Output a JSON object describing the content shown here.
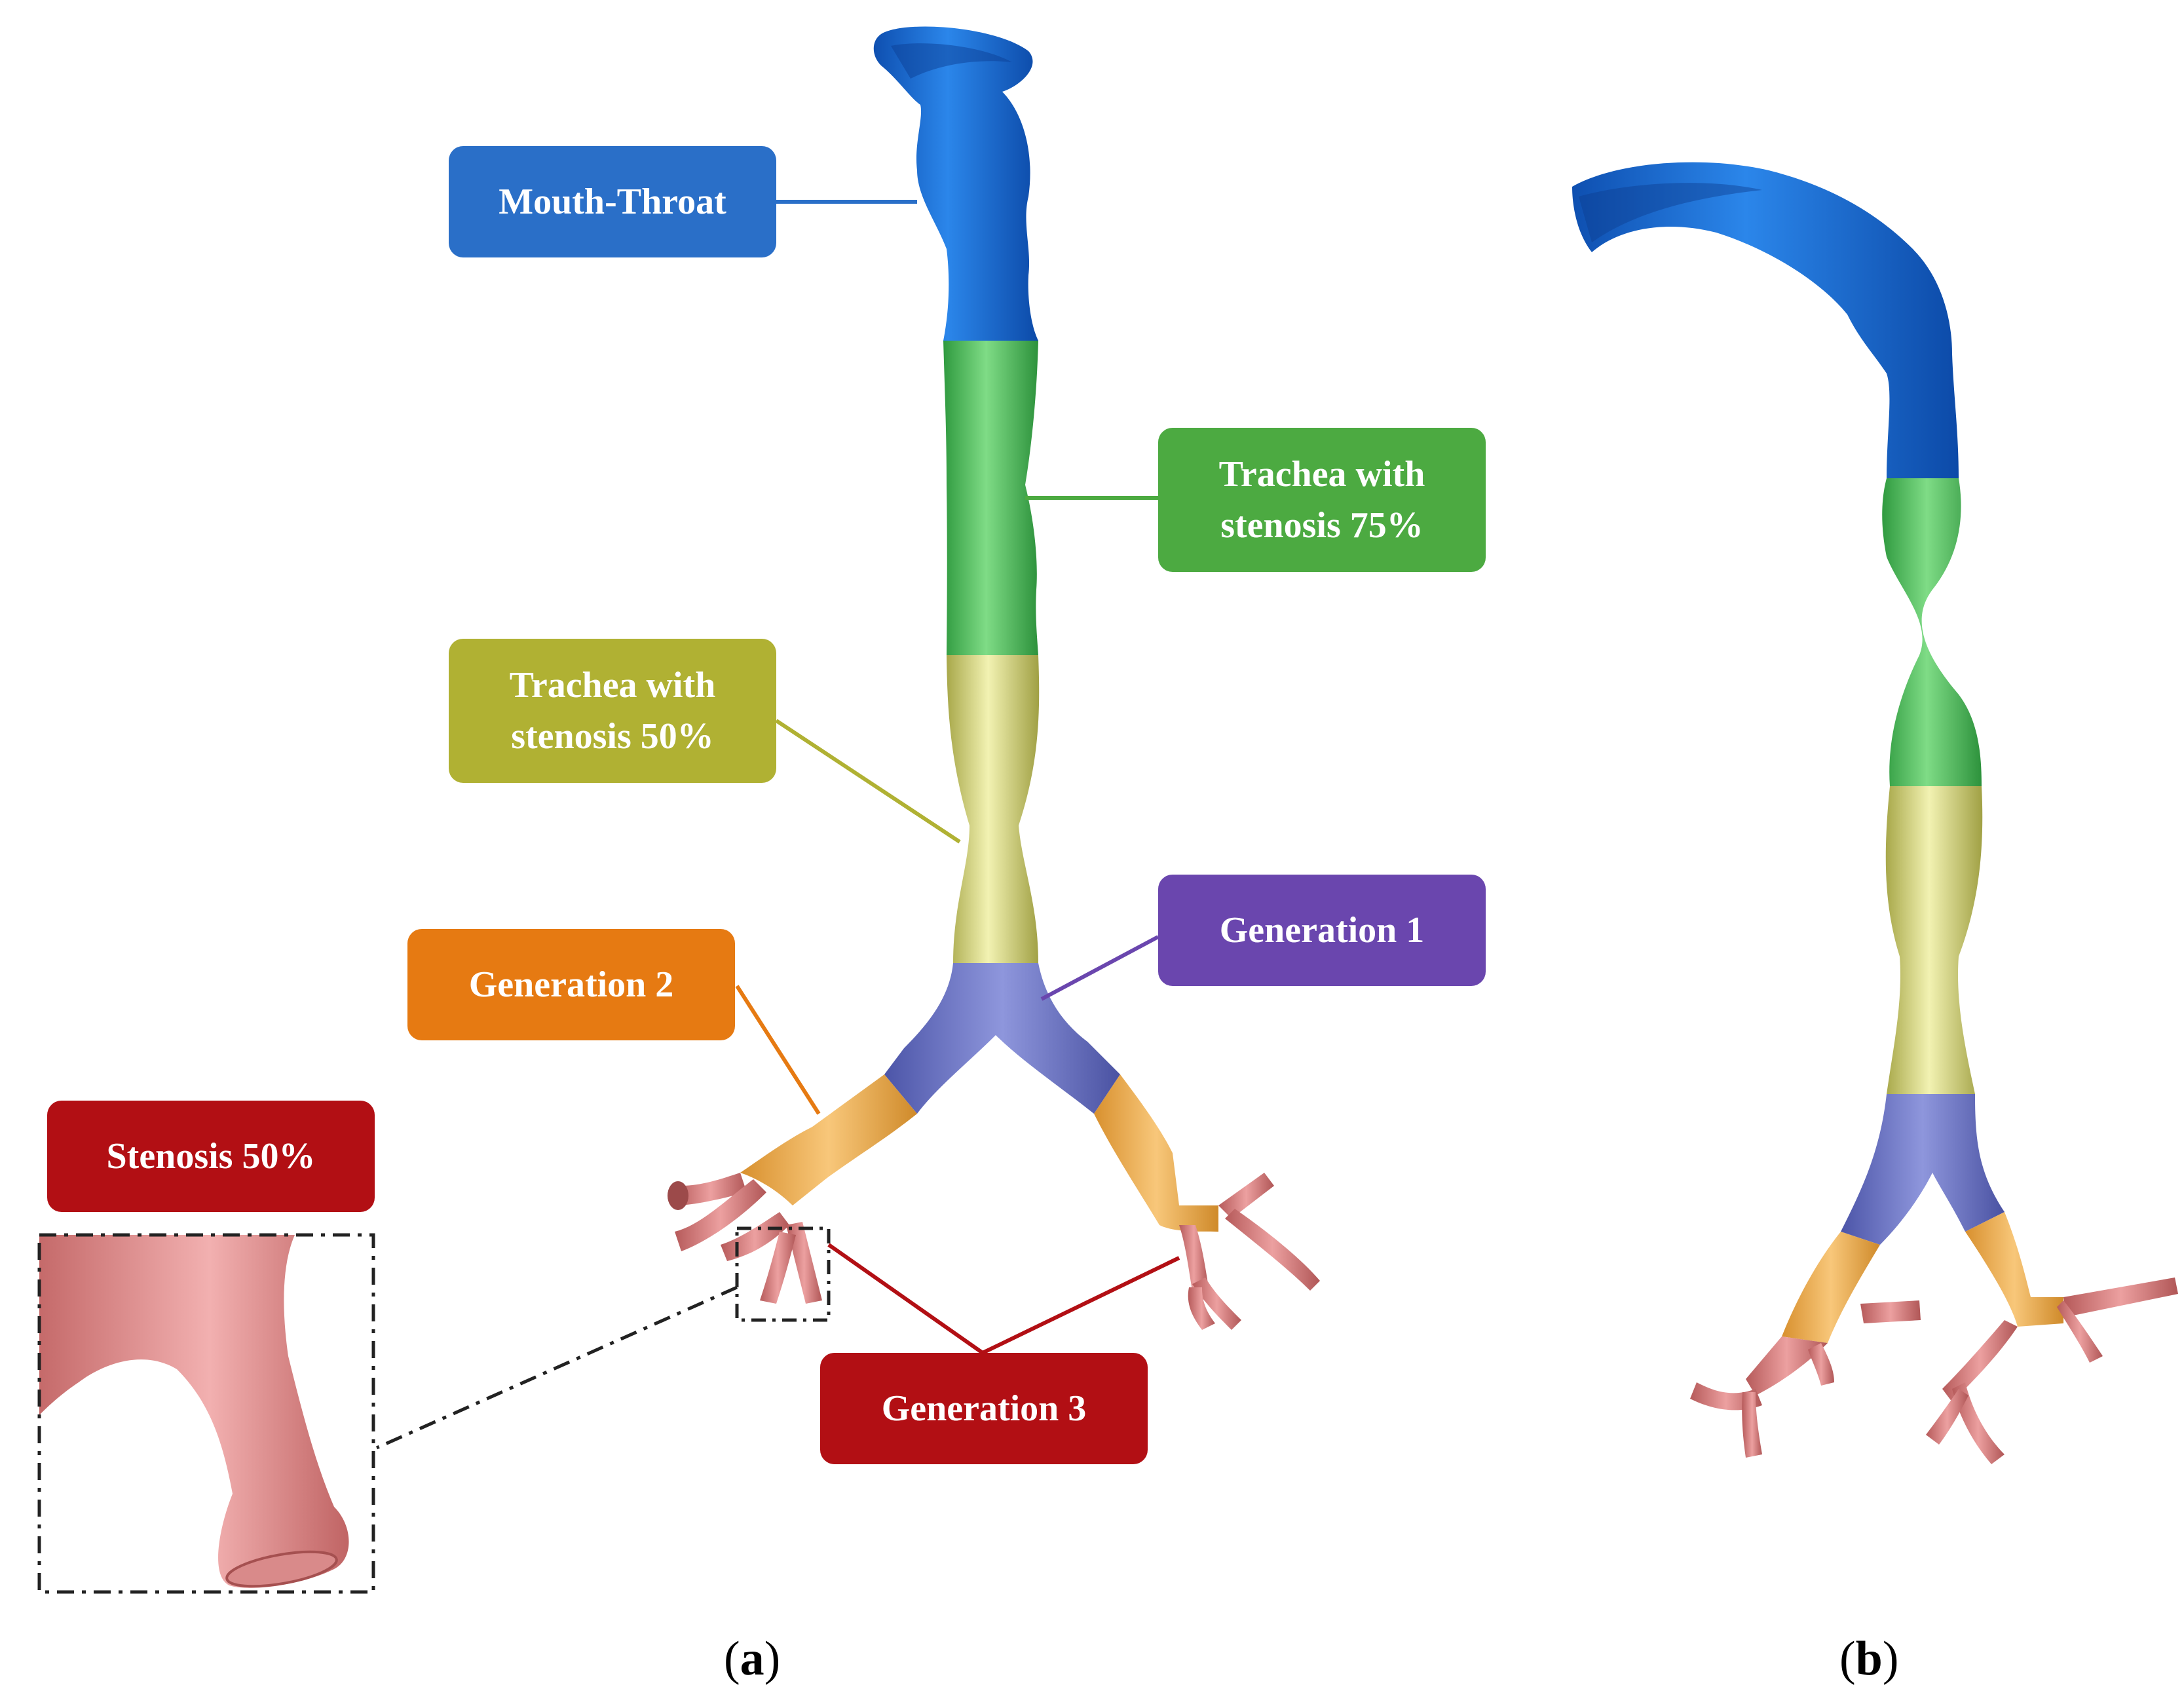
{
  "labels": {
    "mouth_throat": "Mouth-Throat",
    "trachea_75": "Trachea with\nstenosis 75%",
    "trachea_50": "Trachea with\nstenosis 50%",
    "generation_1": "Generation 1",
    "generation_2": "Generation 2",
    "generation_3": "Generation 3",
    "stenosis_50": "Stenosis 50%"
  },
  "panels": {
    "a": {
      "caption_open": "(",
      "caption_letter": "a",
      "caption_close": ")"
    },
    "b": {
      "caption_open": "(",
      "caption_letter": "b",
      "caption_close": ")"
    }
  },
  "colors": {
    "mouth_throat": "#1e6fd0",
    "trachea_75": "#4caa41",
    "trachea_50": "#b0b133",
    "generation_1": "#6a46ae",
    "generation_2": "#e67a12",
    "generation_3": "#b20f14",
    "stenosis_50": "#b20f14",
    "airway_blue": "#1d6fd6",
    "airway_green": "#5cc068",
    "airway_yellow": "#dcdc8a",
    "airway_purple": "#6f78c8",
    "airway_orange": "#eda84a",
    "airway_pink": "#d77a7a"
  }
}
